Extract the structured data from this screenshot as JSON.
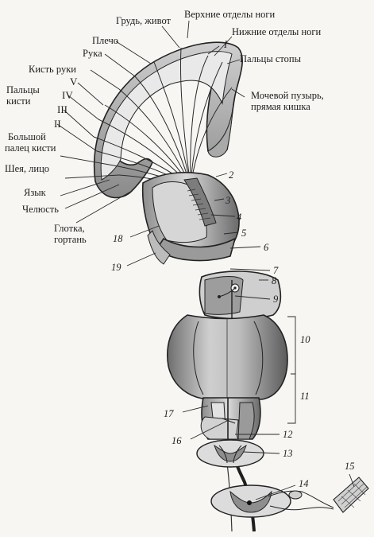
{
  "labels": {
    "chest_abdomen": "Грудь, живот",
    "upper_leg": "Верхние отделы ноги",
    "lower_leg": "Нижние отделы ноги",
    "roman_I": "I",
    "toes": "Пальцы стопы",
    "shoulder": "Плечо",
    "arm": "Рука",
    "hand": "Кисть руки",
    "bladder_line1": "Мочевой пузырь,",
    "bladder_line2": "прямая кишка",
    "roman_V": "V",
    "roman_IV": "IV",
    "roman_III": "III",
    "roman_II": "II",
    "fingers_line1": "Пальцы",
    "fingers_line2": "кисти",
    "thumb_line1": "Большой",
    "thumb_line2": "палец кисти",
    "neck_face": "Шея,  лицо",
    "tongue": "Язык",
    "jaw": "Челюсть",
    "pharynx_line1": "Глотка,",
    "pharynx_line2": "гортань"
  },
  "numbers": {
    "n2": "2",
    "n3": "3",
    "n4": "4",
    "n5": "5",
    "n6": "6",
    "n7": "7",
    "n8": "8",
    "n9": "9",
    "n10": "10",
    "n11": "11",
    "n12": "12",
    "n13": "13",
    "n14": "14",
    "n15": "15",
    "n16": "16",
    "n17": "17",
    "n18": "18",
    "n19": "19"
  }
}
